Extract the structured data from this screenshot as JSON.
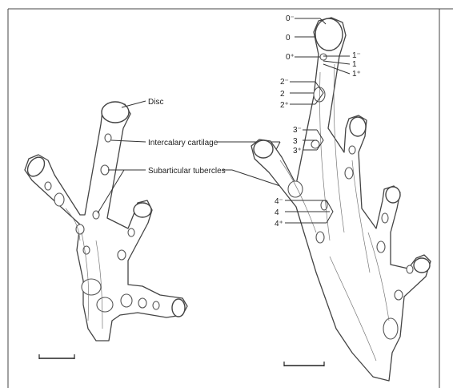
{
  "left_labels": {
    "disc": "Disc",
    "intercalary": "Intercalary cartilage",
    "subarticular": "Subarticular tubercles"
  },
  "right_labels": {
    "f0_minus": "0⁻",
    "f0": "0",
    "f0_plus": "0⁺",
    "f1_minus": "1⁻",
    "f1": "1",
    "f1_plus": "1⁺",
    "f2_minus": "2⁻",
    "f2": "2",
    "f2_plus": "2⁺",
    "f3_minus": "3⁻",
    "f3": "3",
    "f3_plus": "3⁺",
    "f4_minus": "4⁻",
    "f4": "4",
    "f4_plus": "4⁺"
  }
}
